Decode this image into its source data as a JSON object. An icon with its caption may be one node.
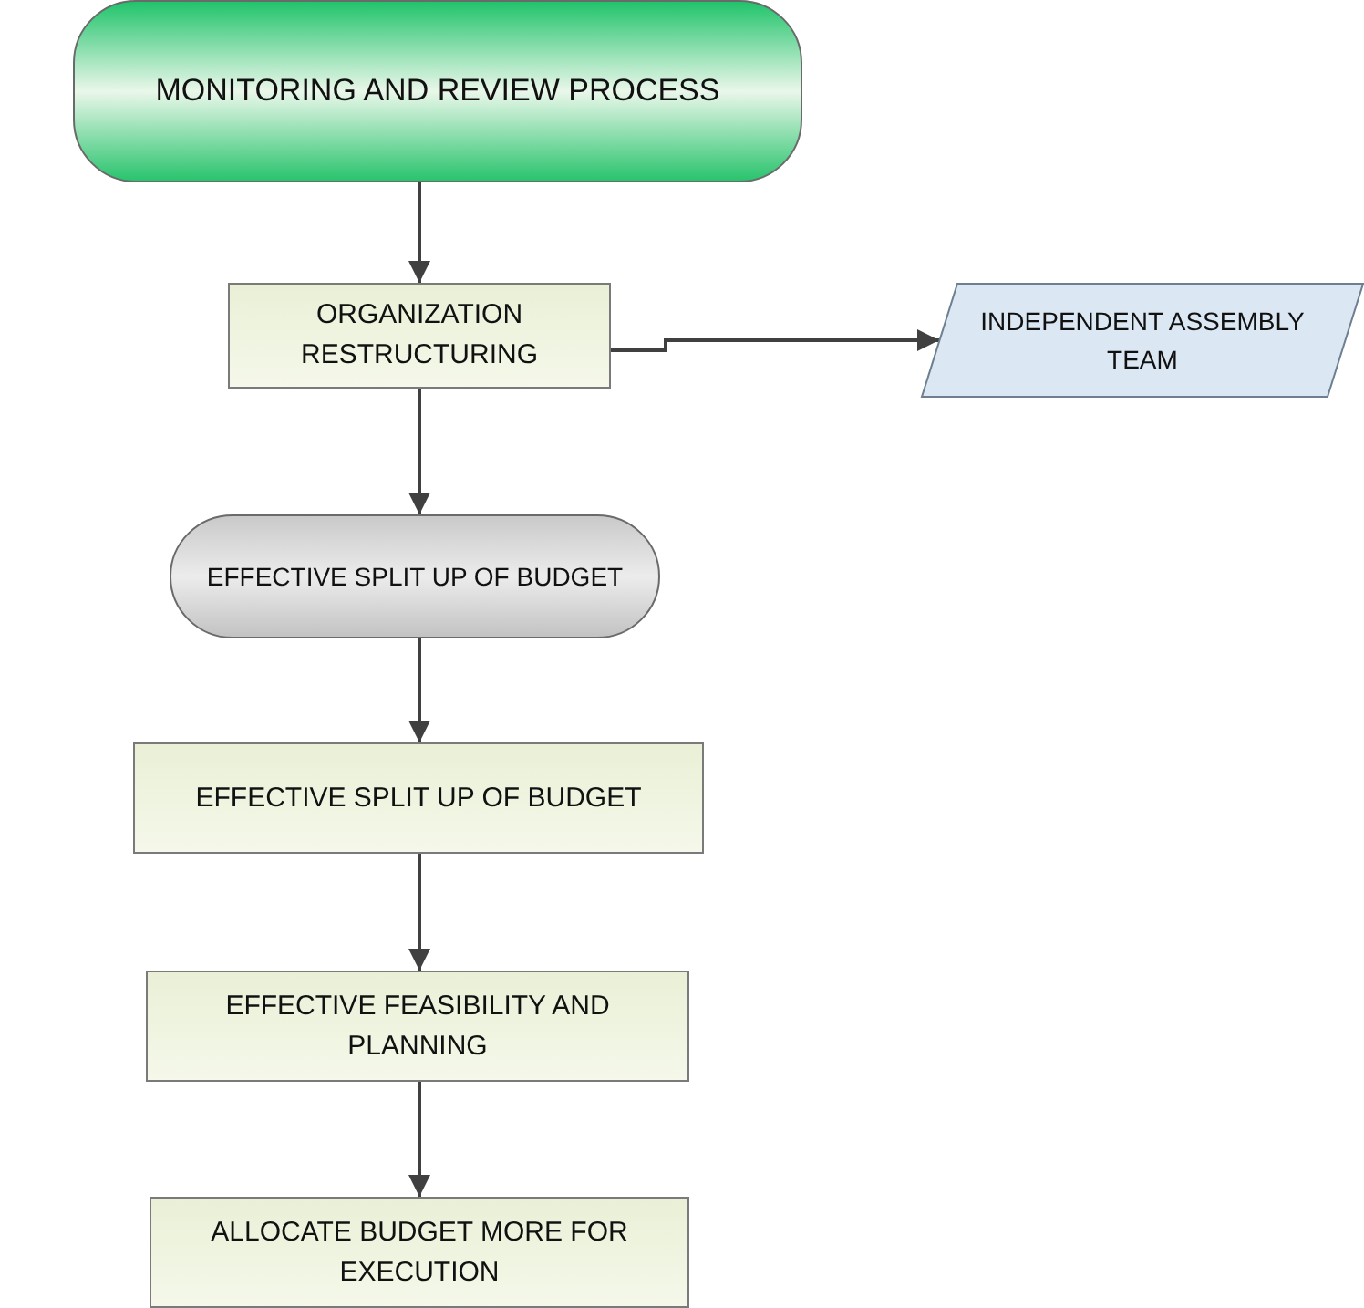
{
  "diagram": {
    "nodes": [
      {
        "text": [
          "MONITORING AND REVIEW PROCESS"
        ]
      },
      {
        "text": [
          "ORGANIZATION RESTRUCTURING"
        ]
      },
      {
        "text": [
          "INDEPENDENT ASSEMBLY TEAM"
        ]
      },
      {
        "text": [
          "EFFECTIVE SPLIT UP OF BUDGET"
        ]
      },
      {
        "text": [
          "EFFECTIVE SPLIT UP OF BUDGET"
        ]
      },
      {
        "text": [
          "EFFECTIVE FEASIBILITY AND PLANNING"
        ]
      },
      {
        "text": [
          "ALLOCATE BUDGET MORE FOR EXECUTION"
        ]
      }
    ],
    "edges": [
      {
        "from": 0,
        "to": 1,
        "arrow": "to"
      },
      {
        "from": 1,
        "to": 2,
        "arrow": "to"
      },
      {
        "from": 1,
        "to": 3,
        "arrow": "to"
      },
      {
        "from": 3,
        "to": 4,
        "arrow": "to"
      },
      {
        "from": 4,
        "to": 5,
        "arrow": "to"
      },
      {
        "from": 5,
        "to": 6,
        "arrow": "to"
      }
    ]
  }
}
